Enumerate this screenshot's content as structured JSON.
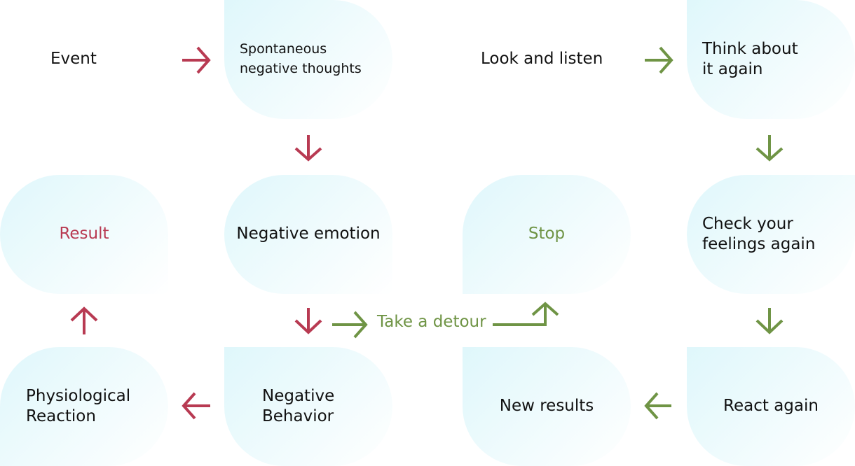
{
  "colors": {
    "negative": "#b83a52",
    "positive": "#6f9445",
    "node_fill": "#dff7fb"
  },
  "negative_cycle": {
    "event": "Event",
    "thoughts": "Spontaneous\nnegative  thoughts",
    "emotion": "Negative emotion",
    "behavior": "Negative\nBehavior",
    "physiological": "Physiological\nReaction",
    "result": "Result"
  },
  "detour_label": "Take a detour",
  "positive_cycle": {
    "stop": "Stop",
    "look": "Look and listen",
    "think": "Think about\nit again",
    "check": "Check your\nfeelings again",
    "react": "React again",
    "new_results": "New results"
  }
}
